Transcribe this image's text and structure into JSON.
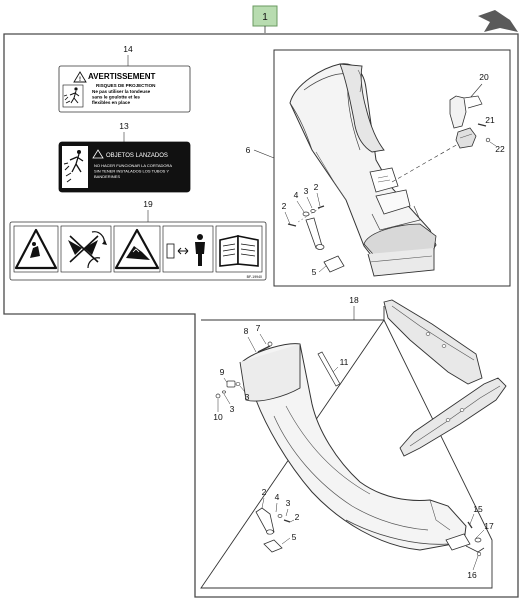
{
  "main_callout": "1",
  "labels": {
    "decal_warning_fr": "14",
    "decal_warning_es": "13",
    "decal_pictorial": "19",
    "bagger_chute_upper": "6",
    "adapter_group": "20",
    "adapter_screw": "21",
    "adapter_nut": "22",
    "upper_screw_a": "2",
    "upper_washer_a": "4",
    "upper_washer_b": "3",
    "upper_screw_b": "2",
    "upper_latch": "5",
    "chute_assembly": "18",
    "bolt_top": "8",
    "nut_top": "7",
    "decal_strip": "11",
    "bushing": "9",
    "washer_left": "3",
    "washer_right": "3",
    "nut_left": "10",
    "lower_screw_a": "2",
    "lower_washer_a": "4",
    "lower_washer_b": "3",
    "lower_screw_b": "2",
    "lower_latch": "5",
    "lower_bolt": "15",
    "lower_bracket": "17",
    "lower_nut": "16"
  },
  "decal14": {
    "title": "AVERTISSEMENT",
    "line1": "RISQUES DE PROJECTION",
    "line2": "Ne pas utiliser la tondeuse",
    "line3": "sans le goulotte et les",
    "line4": "flexibles en place"
  },
  "decal13": {
    "title": "OBJETOS LANZADOS",
    "line1": "NO HACER FUNCIONAR LA CORTADORA",
    "line2": "SIN TENER INSTALADOS LOS TUBOS Y",
    "line3": "BANDERINES"
  },
  "decal19": {
    "code": "BF-19940"
  },
  "colors": {
    "frame_border": "#4a4a4a",
    "callout_tab_fill": "#b8dcb0",
    "callout_tab_border": "#6a9a60",
    "arrow_fill": "#5a5a5a"
  }
}
